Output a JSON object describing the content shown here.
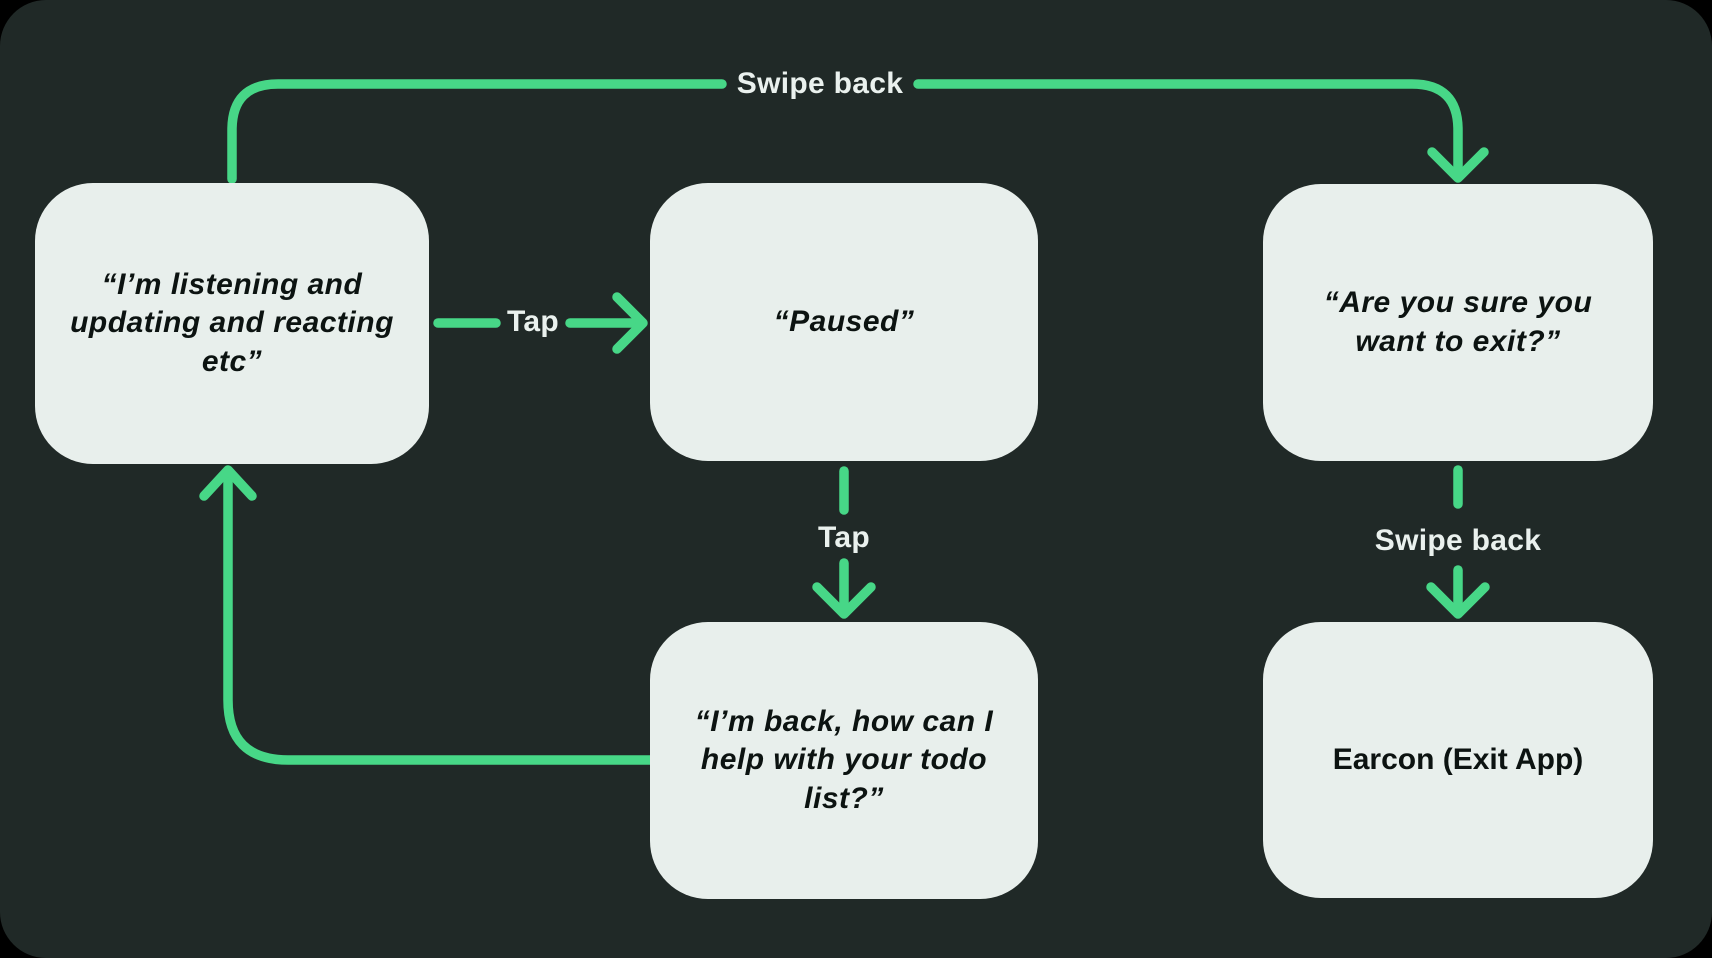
{
  "colors": {
    "background": "#000000",
    "canvas": "#202927",
    "node_fill": "#E8EFEC",
    "node_text": "#0C1311",
    "arrow": "#47D787",
    "label_text": "#EAF1EE"
  },
  "nodes": {
    "listening": {
      "lines": [
        "“I’m listening and",
        "updating and reacting",
        "etc”"
      ]
    },
    "paused": {
      "lines": [
        "“Paused”"
      ]
    },
    "confirm_exit": {
      "lines": [
        "“Are you sure you",
        "want to exit?”"
      ]
    },
    "back_greeting": {
      "lines": [
        "“I’m back, how can I",
        "help with your todo",
        "list?”"
      ]
    },
    "earcon": {
      "lines": [
        "Earcon (Exit App)"
      ]
    }
  },
  "edge_labels": {
    "swipe_back_top": "Swipe back",
    "tap_horizontal": "Tap",
    "tap_vertical": "Tap",
    "swipe_back_right": "Swipe back"
  }
}
